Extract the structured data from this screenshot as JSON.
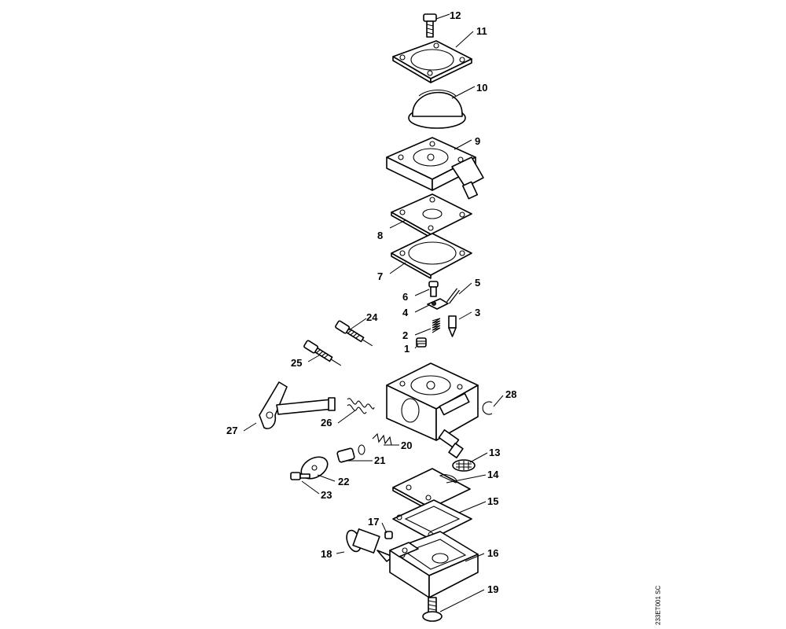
{
  "diagram": {
    "drawing_code": "233ET001 SC",
    "callouts": [
      {
        "id": "c12",
        "text": "12"
      },
      {
        "id": "c11",
        "text": "11"
      },
      {
        "id": "c10",
        "text": "10"
      },
      {
        "id": "c9",
        "text": "9"
      },
      {
        "id": "c8",
        "text": "8"
      },
      {
        "id": "c7",
        "text": "7"
      },
      {
        "id": "c6",
        "text": "6"
      },
      {
        "id": "c5",
        "text": "5"
      },
      {
        "id": "c4",
        "text": "4"
      },
      {
        "id": "c3",
        "text": "3"
      },
      {
        "id": "c2",
        "text": "2"
      },
      {
        "id": "c1",
        "text": "1"
      },
      {
        "id": "c24",
        "text": "24"
      },
      {
        "id": "c25",
        "text": "25"
      },
      {
        "id": "c28",
        "text": "28"
      },
      {
        "id": "c27",
        "text": "27"
      },
      {
        "id": "c26",
        "text": "26"
      },
      {
        "id": "c20",
        "text": "20"
      },
      {
        "id": "c21",
        "text": "21"
      },
      {
        "id": "c13",
        "text": "13"
      },
      {
        "id": "c22",
        "text": "22"
      },
      {
        "id": "c14",
        "text": "14"
      },
      {
        "id": "c23",
        "text": "23"
      },
      {
        "id": "c15",
        "text": "15"
      },
      {
        "id": "c17",
        "text": "17"
      },
      {
        "id": "c18",
        "text": "18"
      },
      {
        "id": "c16",
        "text": "16"
      },
      {
        "id": "c19",
        "text": "19"
      }
    ]
  }
}
